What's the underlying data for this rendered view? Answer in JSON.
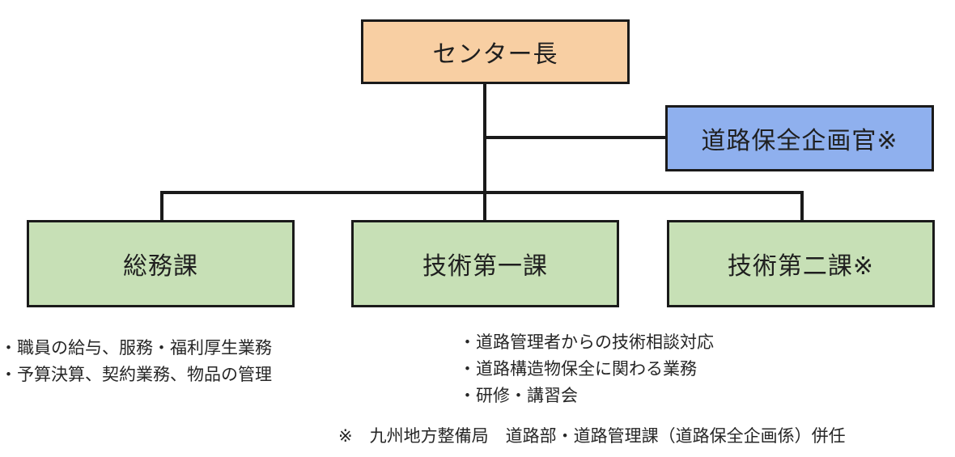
{
  "colors": {
    "director_fill": "#f8cfa3",
    "planner_fill": "#8fb0ee",
    "section_fill": "#c7e0b6",
    "line": "#1a1a1a"
  },
  "org": {
    "director": "センター長",
    "planner": "道路保全企画官※",
    "sections": [
      {
        "label": "総務課"
      },
      {
        "label": "技術第一課"
      },
      {
        "label": "技術第二課※"
      }
    ]
  },
  "duties": {
    "general": [
      "・職員の給与、服務・福利厚生業務",
      "・予算決算、契約業務、物品の管理"
    ],
    "tech1": [
      "・道路管理者からの技術相談対応",
      "・道路構造物保全に関わる業務",
      "・研修・講習会"
    ]
  },
  "footnote": "※　九州地方整備局　道路部・道路管理課（道路保全企画係）併任"
}
